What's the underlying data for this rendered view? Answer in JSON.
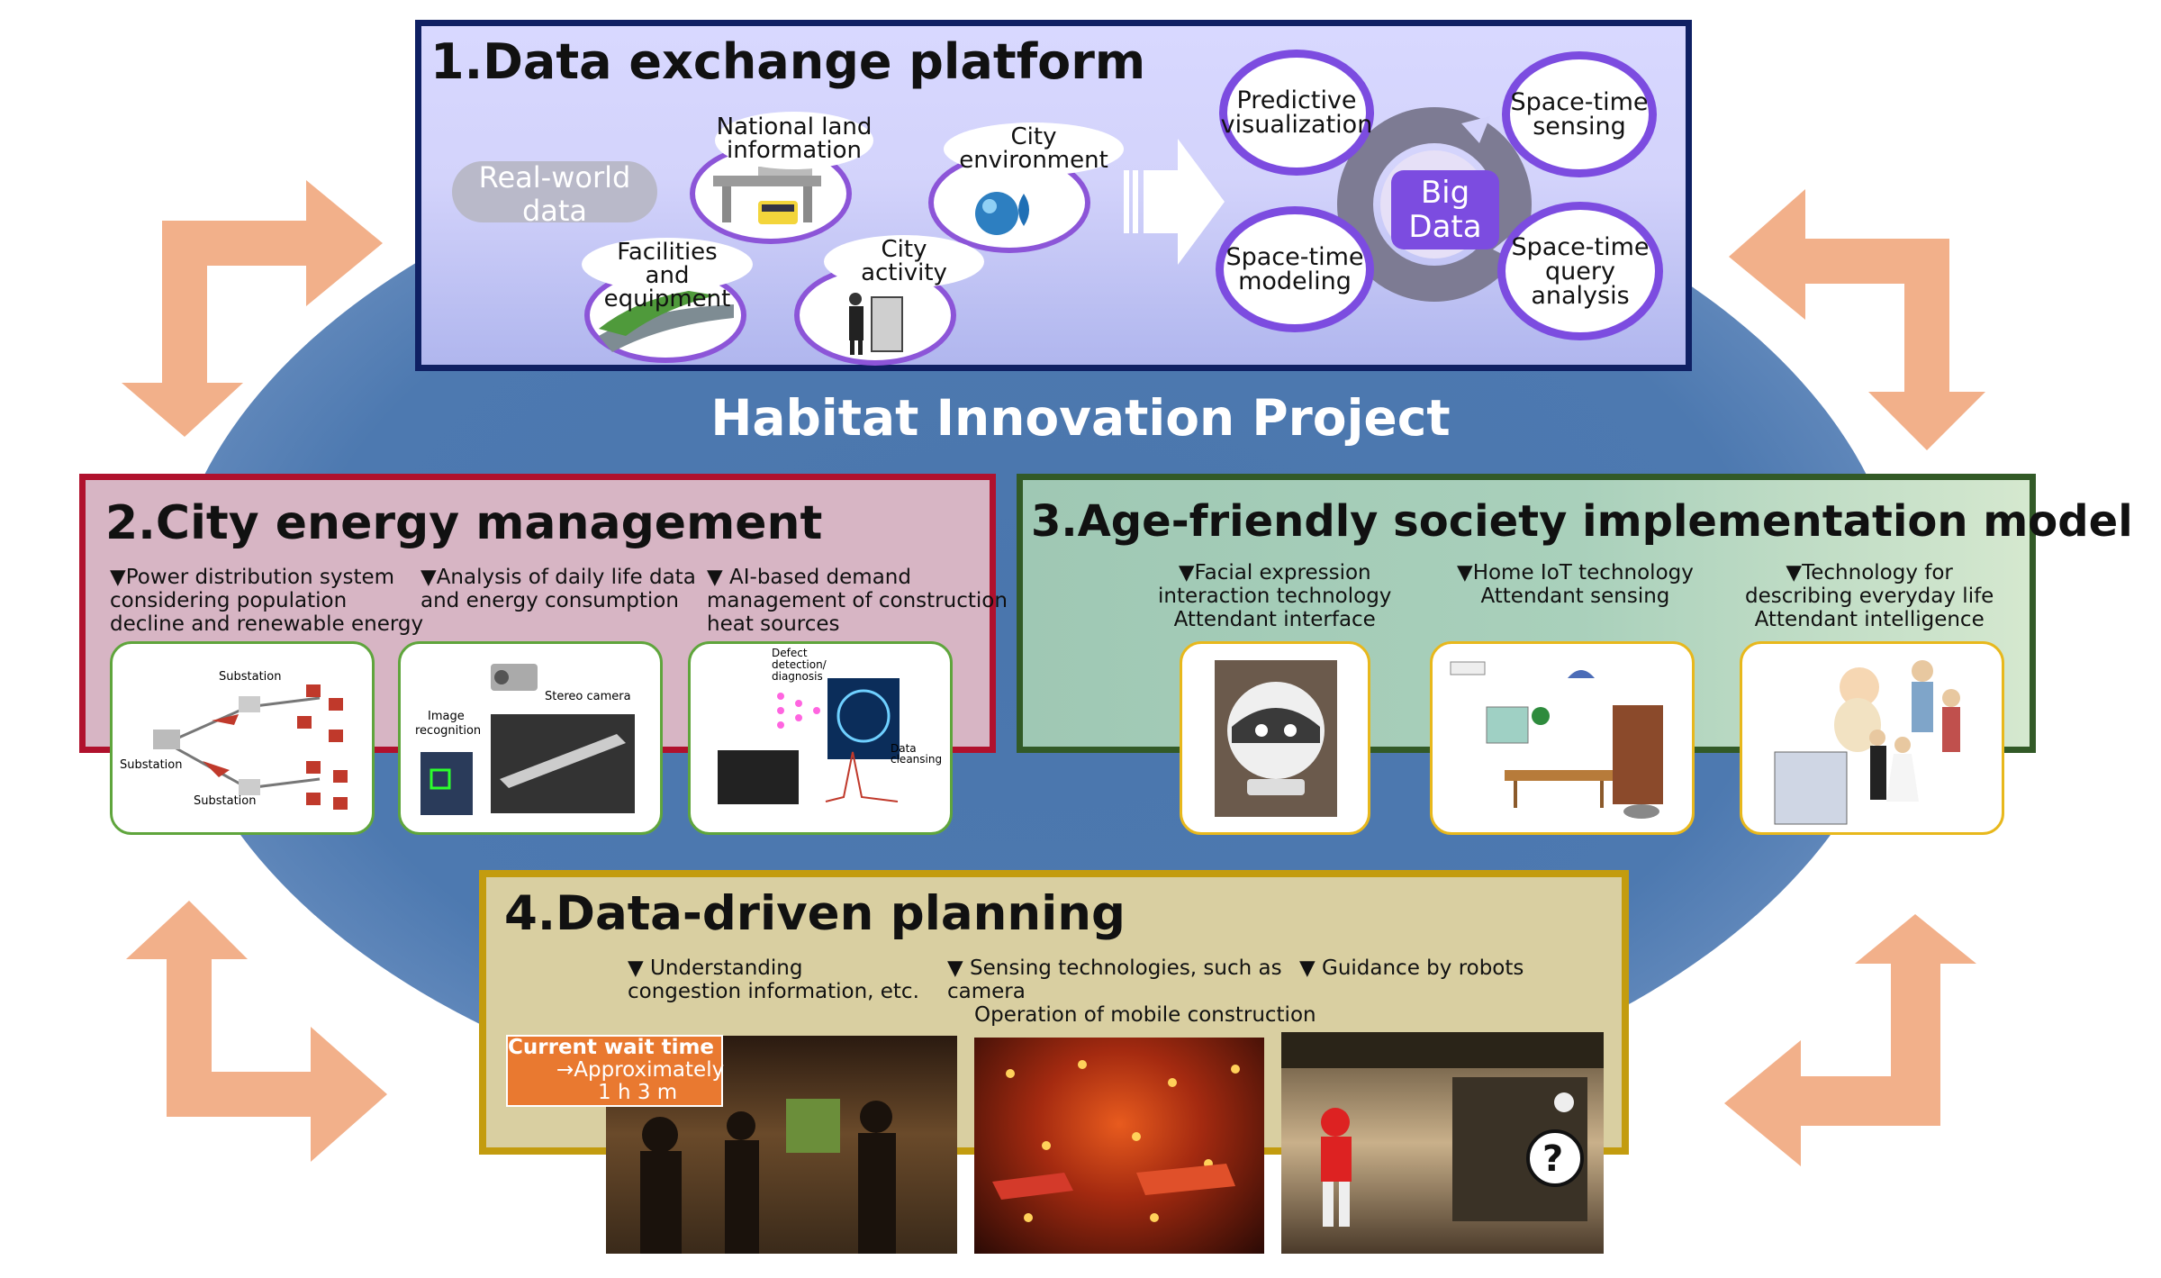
{
  "project_title": "Habitat Innovation Project",
  "colors": {
    "ellipse": "#4a76ad",
    "arrows": "#f2b08a",
    "sec1_border": "#0f2063",
    "sec2_border": "#b0112d",
    "sec3_border": "#325a27",
    "sec4_border": "#c39c0f",
    "purple_accent": "#7c4ce0"
  },
  "section1": {
    "title": "1.Data exchange platform",
    "real_world_data": [
      "Real-world",
      "data"
    ],
    "data_sources": [
      {
        "lines": [
          "National land",
          "information"
        ],
        "icon": "train-station-icon"
      },
      {
        "lines": [
          "City",
          "environment"
        ],
        "icon": "water-drop-globe-icon"
      },
      {
        "lines": [
          "Facilities",
          "and equipment"
        ],
        "icon": "highway-icon"
      },
      {
        "lines": [
          "City",
          "activity"
        ],
        "icon": "ticket-gate-person-icon"
      }
    ],
    "big_data": [
      "Big",
      "Data"
    ],
    "cycle_nodes": [
      {
        "lines": [
          "Predictive",
          "visualization"
        ]
      },
      {
        "lines": [
          "Space-time",
          "sensing"
        ]
      },
      {
        "lines": [
          "Space-time",
          "modeling"
        ]
      },
      {
        "lines": [
          "Space-time",
          "query",
          "analysis"
        ]
      }
    ]
  },
  "section2": {
    "title": "2.City energy management",
    "bullets": [
      [
        "▼Power distribution system",
        "considering population",
        "decline and renewable energy"
      ],
      [
        "▼Analysis of daily life data",
        "and energy consumption"
      ],
      [
        "▼ AI-based demand",
        "management of construction",
        "heat sources"
      ]
    ],
    "card1_labels": [
      "Substation",
      "Substation",
      "Substation"
    ],
    "card2_labels": [
      "Image",
      "recognition",
      "Stereo camera"
    ],
    "card3_labels": [
      "Defect",
      "detection/",
      "diagnosis",
      "Data",
      "cleansing"
    ]
  },
  "section3": {
    "title": "3.Age-friendly society implementation model",
    "bullets": [
      [
        "▼Facial expression",
        "interaction technology",
        "Attendant interface"
      ],
      [
        "▼Home IoT technology",
        "Attendant sensing"
      ],
      [
        "▼Technology for",
        "describing everyday life",
        "Attendant intelligence"
      ]
    ]
  },
  "section4": {
    "title": "4.Data-driven planning",
    "bullets": [
      [
        "▼ Understanding",
        "congestion information, etc."
      ],
      [
        "▼ Sensing technologies, such as",
        "camera",
        "Operation of mobile construction"
      ],
      [
        "▼ Guidance by robots"
      ]
    ],
    "wait_time": [
      "Current wait time",
      "→Approximately",
      "1 h 3 m"
    ]
  }
}
